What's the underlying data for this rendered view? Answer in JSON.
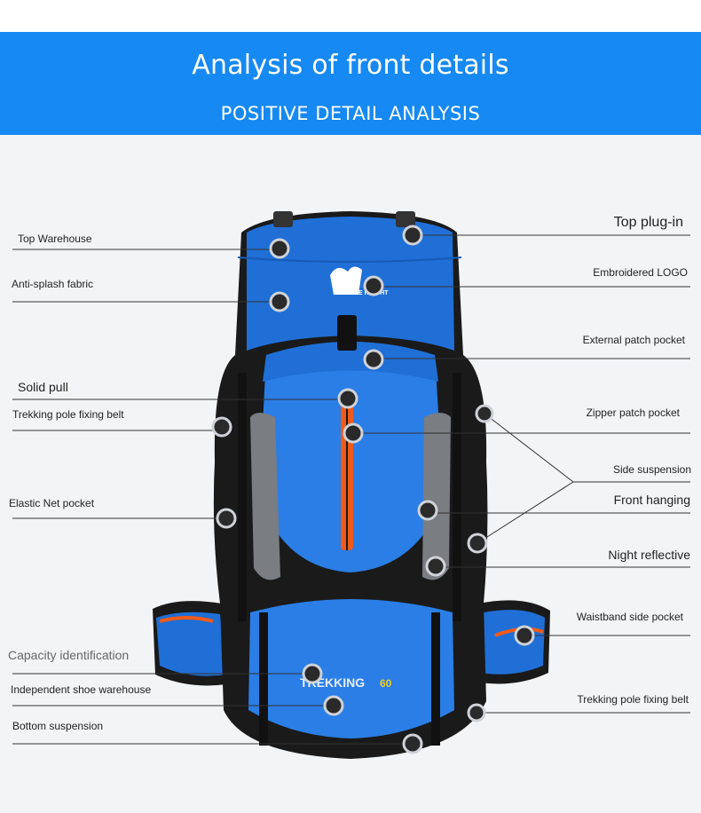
{
  "header": {
    "title": "Analysis of front details",
    "subtitle": "POSITIVE DETAIL ANALYSIS"
  },
  "colors": {
    "banner": "#1689f2",
    "backpack_blue": "#1f6fd6",
    "backpack_black": "#1a1a1a",
    "accent_orange": "#f05a1a",
    "background": "#f3f4f6"
  },
  "product": {
    "brand_logo": "FREE KNIGHT",
    "model": "TREKKING",
    "capacity": "60"
  },
  "labels_left": [
    "Top Warehouse",
    "Anti-splash fabric",
    "Solid pull",
    "Trekking pole fixing belt",
    "Elastic Net pocket",
    "Capacity identification",
    "Independent shoe warehouse",
    "Bottom suspension"
  ],
  "labels_right": [
    "Top plug-in",
    "Embroidered LOGO",
    "External patch pocket",
    "Zipper patch pocket",
    "Side suspension",
    "Front hanging",
    "Night reflective",
    "Waistband side pocket",
    "Trekking pole fixing belt"
  ]
}
